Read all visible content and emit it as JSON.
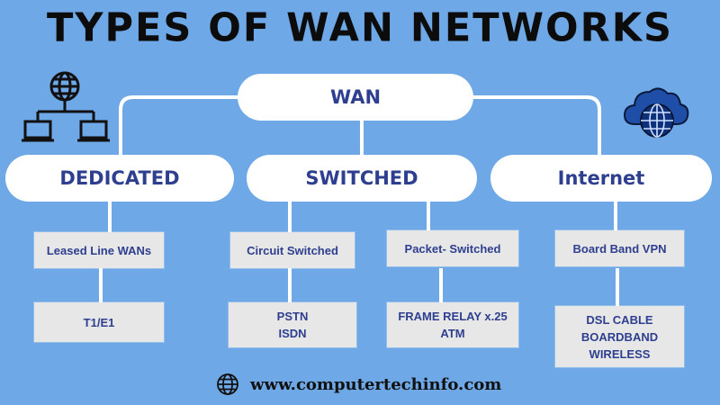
{
  "title": "TYPES OF WAN NETWORKS",
  "root": {
    "label": "WAN"
  },
  "categories": [
    {
      "label": "DEDICATED"
    },
    {
      "label": "SWITCHED"
    },
    {
      "label": "Internet"
    }
  ],
  "level2": [
    {
      "label": "Leased Line WANs"
    },
    {
      "label": "Circuit Switched"
    },
    {
      "label": "Packet- Switched"
    },
    {
      "label": "Board Band VPN"
    }
  ],
  "level3": [
    {
      "label": "T1/E1"
    },
    {
      "label": "PSTN\nISDN"
    },
    {
      "label": "FRAME RELAY x.25\nATM"
    },
    {
      "label": "DSL CABLE\nBOARDBAND\nWIRELESS"
    }
  ],
  "footer": {
    "text": "www.computertechinfo.com"
  },
  "icons": {
    "left": "network-globe-icon",
    "right": "cloud-globe-icon",
    "footer": "globe-icon"
  },
  "colors": {
    "background": "#6ea8e6",
    "pill": "#ffffff",
    "box": "#e7e7e7",
    "text": "#2e3f8f",
    "title": "#0c0c0c",
    "connector": "#ffffff"
  }
}
